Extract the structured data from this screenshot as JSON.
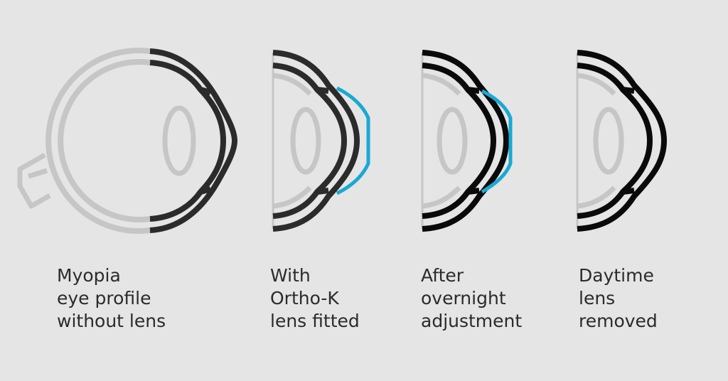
{
  "colors": {
    "background": "#e5e5e5",
    "eye_outline_light": "#c6c6c6",
    "eye_outline_dark": "#2b2b2b",
    "eye_outline_black": "#0a0a0a",
    "ortho_k_lens": "#19a9d3",
    "caption_text": "#2b2b2b"
  },
  "stages": [
    {
      "caption_lines": [
        "Myopia",
        "eye profile",
        "without lens"
      ]
    },
    {
      "caption_lines": [
        "With",
        "Ortho-K",
        "lens fitted"
      ]
    },
    {
      "caption_lines": [
        "After",
        "overnight",
        "adjustment"
      ]
    },
    {
      "caption_lines": [
        "Daytime",
        "lens",
        "removed"
      ]
    }
  ]
}
